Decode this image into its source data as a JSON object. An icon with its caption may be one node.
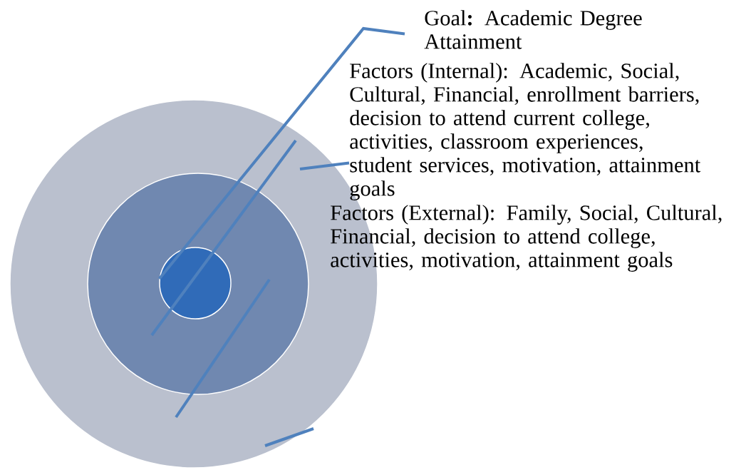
{
  "diagram": {
    "nodes": [
      {
        "text": [],
        "shape": "circle"
      },
      {
        "text": [],
        "shape": "circle",
        "in": 0
      },
      {
        "text": [],
        "shape": "circle",
        "in": 1
      },
      {
        "text": [
          "Goal**:** Academic Degree Attainment"
        ]
      },
      {
        "text": [
          "Factors (Internal): Academic, Social, Cultural, Financial, enrollment barriers, decision to attend current college, activities, classroom experiences, student services, motivation, attainment goals"
        ]
      },
      {
        "text": [
          "Factors (External):  Family, Social, Cultural, Financial, decision to attend college, activities, motivation, attainment goals"
        ]
      }
    ],
    "edges": [
      {
        "from": 3,
        "to": 2,
        "arrow": "none"
      },
      {
        "from": 4,
        "to": 0,
        "arrow": "none"
      }
    ]
  }
}
